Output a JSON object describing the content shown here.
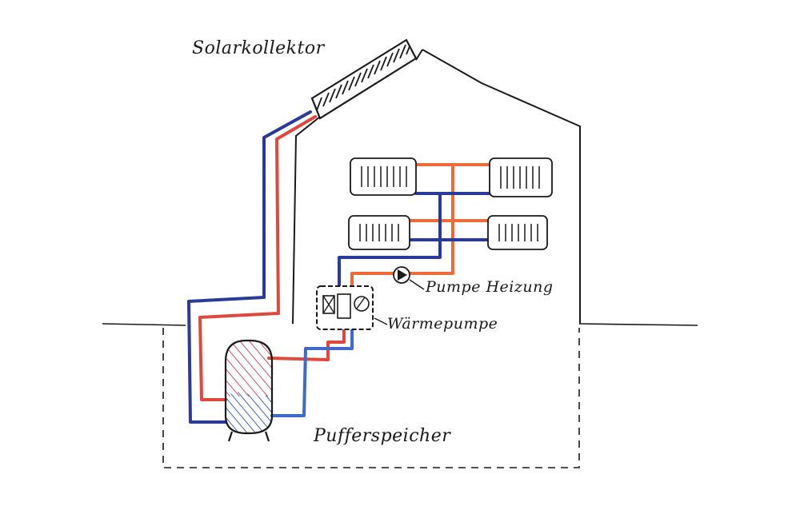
{
  "labels": {
    "solar_collector": "Solarkollektor",
    "pump_heating": "Pumpe Heizung",
    "heat_pump": "Wärmepumpe",
    "buffer_tank": "Pufferspeicher"
  },
  "colors": {
    "ink": "#1a1a1a",
    "supply_red": "#e0483c",
    "supply_orange": "#ef6a3a",
    "return_blue": "#2a3a9a",
    "return_light_blue": "#3e6ad0",
    "hatch_red": "#d0506a",
    "hatch_blue": "#3f66b8"
  },
  "icons": [
    "solar-panel-icon",
    "radiator-icon",
    "pump-icon",
    "heat-pump-icon",
    "buffer-tank-icon"
  ]
}
